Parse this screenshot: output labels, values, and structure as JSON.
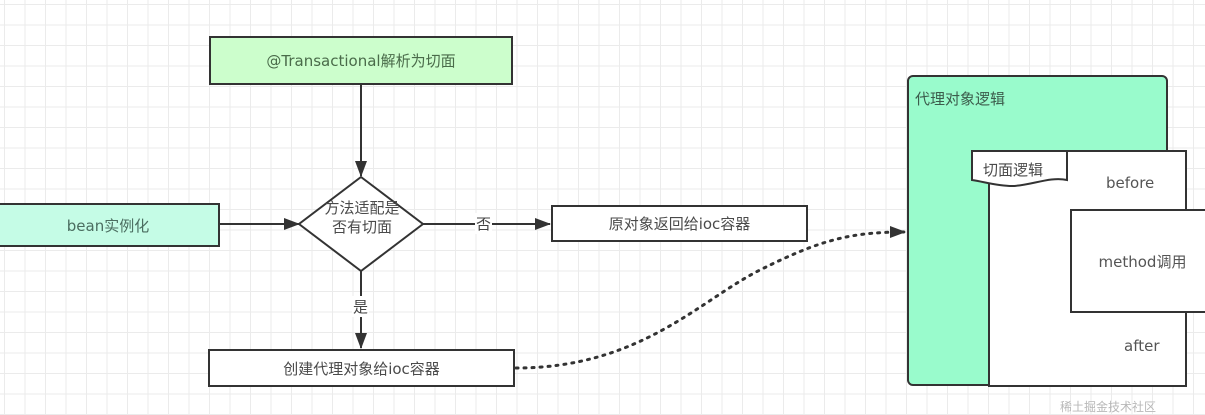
{
  "diagram": {
    "type": "flowchart",
    "nodes": {
      "transactional": {
        "label": "@Transactional解析为切面",
        "fill": "#ccfecc"
      },
      "bean_instantiation": {
        "label": "bean实例化",
        "fill": "#c5fce6"
      },
      "decision": {
        "label_line1": "方法适配是",
        "label_line2": "否有切面"
      },
      "return_original": {
        "label": "原对象返回给ioc容器",
        "fill": "#ffffff"
      },
      "create_proxy": {
        "label": "创建代理对象给ioc容器",
        "fill": "#ffffff"
      }
    },
    "edges": {
      "no_label": "否",
      "yes_label": "是"
    },
    "proxy_logic": {
      "title": "代理对象逻辑",
      "fill": "#99fbcc",
      "aspect": {
        "tag": "切面逻辑",
        "before": "before",
        "method": "method调用",
        "after": "after"
      }
    },
    "stroke_color": "#333333"
  },
  "watermark": "稀土掘金技术社区"
}
